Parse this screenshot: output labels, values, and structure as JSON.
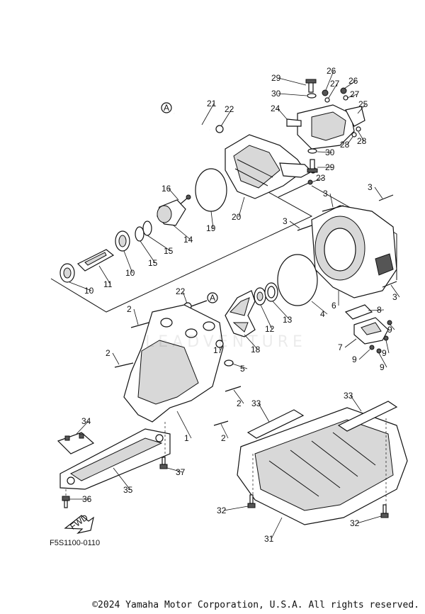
{
  "diagram": {
    "reference_code": "F5S1100-0110",
    "copyright": "©2024 Yamaha Motor Corporation, U.S.A. All rights reserved.",
    "watermark": "LEADVENTURE",
    "fwd_label": "FWD",
    "ref_marker": "A",
    "callouts": [
      "1",
      "2",
      "3",
      "4",
      "5",
      "6",
      "7",
      "8",
      "9",
      "10",
      "11",
      "12",
      "13",
      "14",
      "15",
      "16",
      "17",
      "18",
      "19",
      "20",
      "21",
      "22",
      "23",
      "24",
      "25",
      "26",
      "27",
      "28",
      "29",
      "30",
      "31",
      "32",
      "33",
      "34",
      "35",
      "36",
      "37"
    ]
  }
}
